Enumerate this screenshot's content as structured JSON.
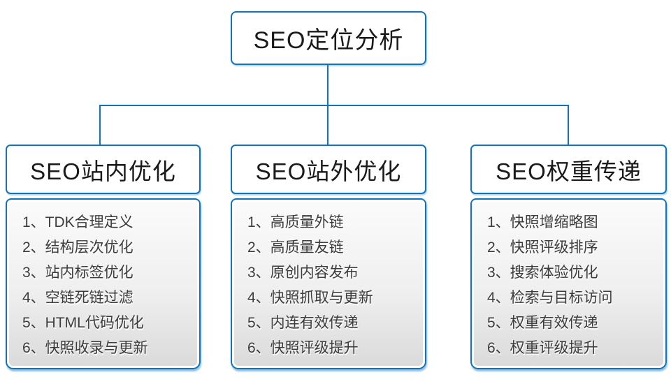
{
  "root": {
    "title": "SEO定位分析"
  },
  "branches": [
    {
      "title": "SEO站内优化",
      "items": [
        "1、TDK合理定义",
        "2、结构层次优化",
        "3、站内标签优化",
        "4、空链死链过滤",
        "5、HTML代码优化",
        "6、快照收录与更新"
      ]
    },
    {
      "title": "SEO站外优化",
      "items": [
        "1、高质量外链",
        "2、高质量友链",
        "3、原创内容发布",
        "4、快照抓取与更新",
        "5、内连有效传递",
        "6、快照评级提升"
      ]
    },
    {
      "title": "SEO权重传递",
      "items": [
        "1、快照增缩略图",
        "2、快照评级排序",
        "3、搜索体验优化",
        "4、检索与目标访问",
        "5、权重有效传递",
        "6、权重评级提升"
      ]
    }
  ],
  "colors": {
    "accent_blue": "#0f74bc",
    "text_dark": "#3c3c3c",
    "title_dark": "#1a1a1a",
    "panel_top": "#fbfbfb",
    "panel_bottom": "#dadada"
  }
}
